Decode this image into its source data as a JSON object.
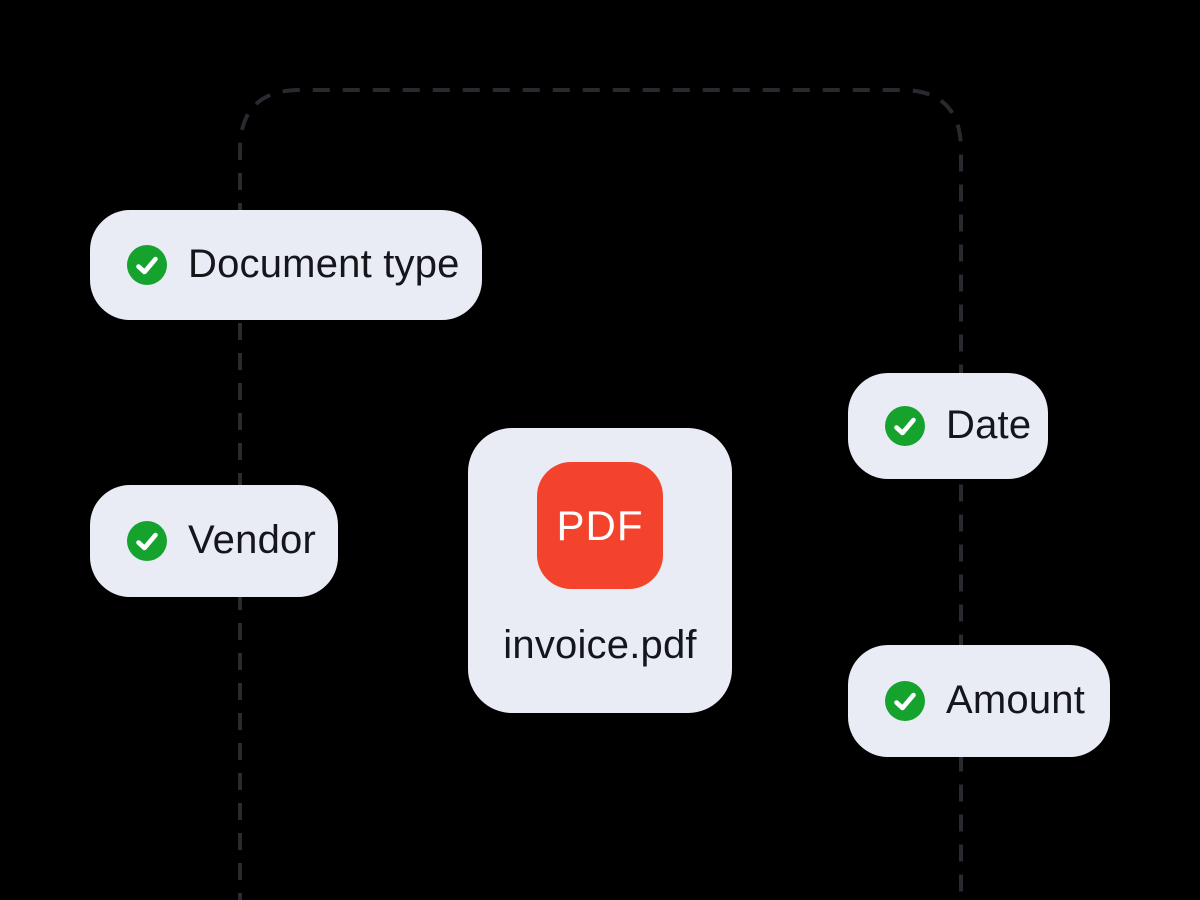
{
  "colors": {
    "background": "#000000",
    "dashed_line": "#282a30",
    "card_bg": "#e9ecf4",
    "check_green": "#15a32e",
    "check_mark": "#ffffff",
    "pdf_red": "#f4432c",
    "pdf_text": "#ffffff",
    "label_text": "#14161b"
  },
  "file_card": {
    "badge_label": "PDF",
    "file_name": "invoice.pdf",
    "icon": "pdf-file-icon"
  },
  "extracted_fields": [
    {
      "label": "Document type",
      "icon": "check-circle-icon",
      "status": "done"
    },
    {
      "label": "Vendor",
      "icon": "check-circle-icon",
      "status": "done"
    },
    {
      "label": "Date",
      "icon": "check-circle-icon",
      "status": "done"
    },
    {
      "label": "Amount",
      "icon": "check-circle-icon",
      "status": "done"
    }
  ]
}
